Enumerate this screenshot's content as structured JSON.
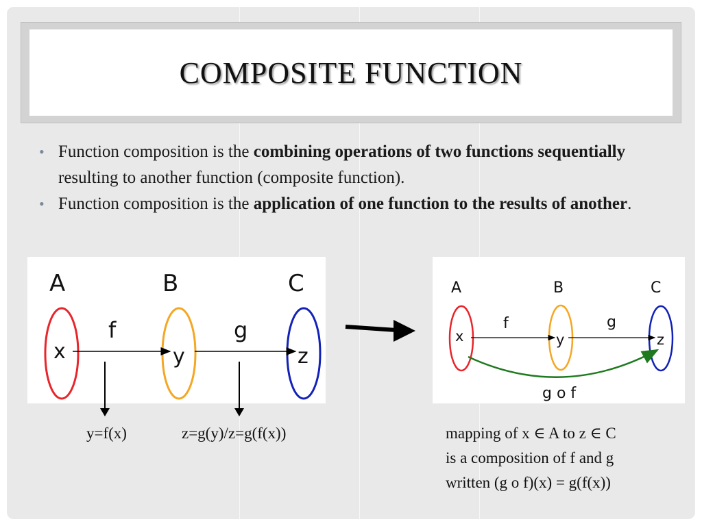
{
  "title": "COMPOSITE FUNCTION",
  "bullets": [
    {
      "prefix": "Function composition is the ",
      "bold": "combining operations of two functions sequentially",
      "suffix": " resulting to another function (composite function)."
    },
    {
      "prefix": "Function composition is the ",
      "bold": "application of one function to the results of another",
      "suffix": "."
    }
  ],
  "left_diagram": {
    "set_labels": [
      "A",
      "B",
      "C"
    ],
    "elements": [
      "x",
      "y",
      "z"
    ],
    "function_labels": [
      "f",
      "g"
    ],
    "colors": {
      "A": "#e8252a",
      "B": "#f5a623",
      "C": "#1222b8"
    }
  },
  "right_diagram": {
    "set_labels": [
      "A",
      "B",
      "C"
    ],
    "elements": [
      "x",
      "y",
      "z"
    ],
    "function_labels": [
      "f",
      "g"
    ],
    "composite_label": "g o f",
    "colors": {
      "A": "#e8252a",
      "B": "#f5a623",
      "C": "#1222b8",
      "composite_arrow": "#1f7a1f"
    }
  },
  "captions": {
    "left_1": "y=f(x)",
    "left_2": "z=g(y)/z=g(f(x))",
    "right_lines": [
      "mapping of x ∈ A to z ∈ C",
      "is a composition of f and g",
      "written (g o f)(x) = g(f(x))"
    ]
  }
}
